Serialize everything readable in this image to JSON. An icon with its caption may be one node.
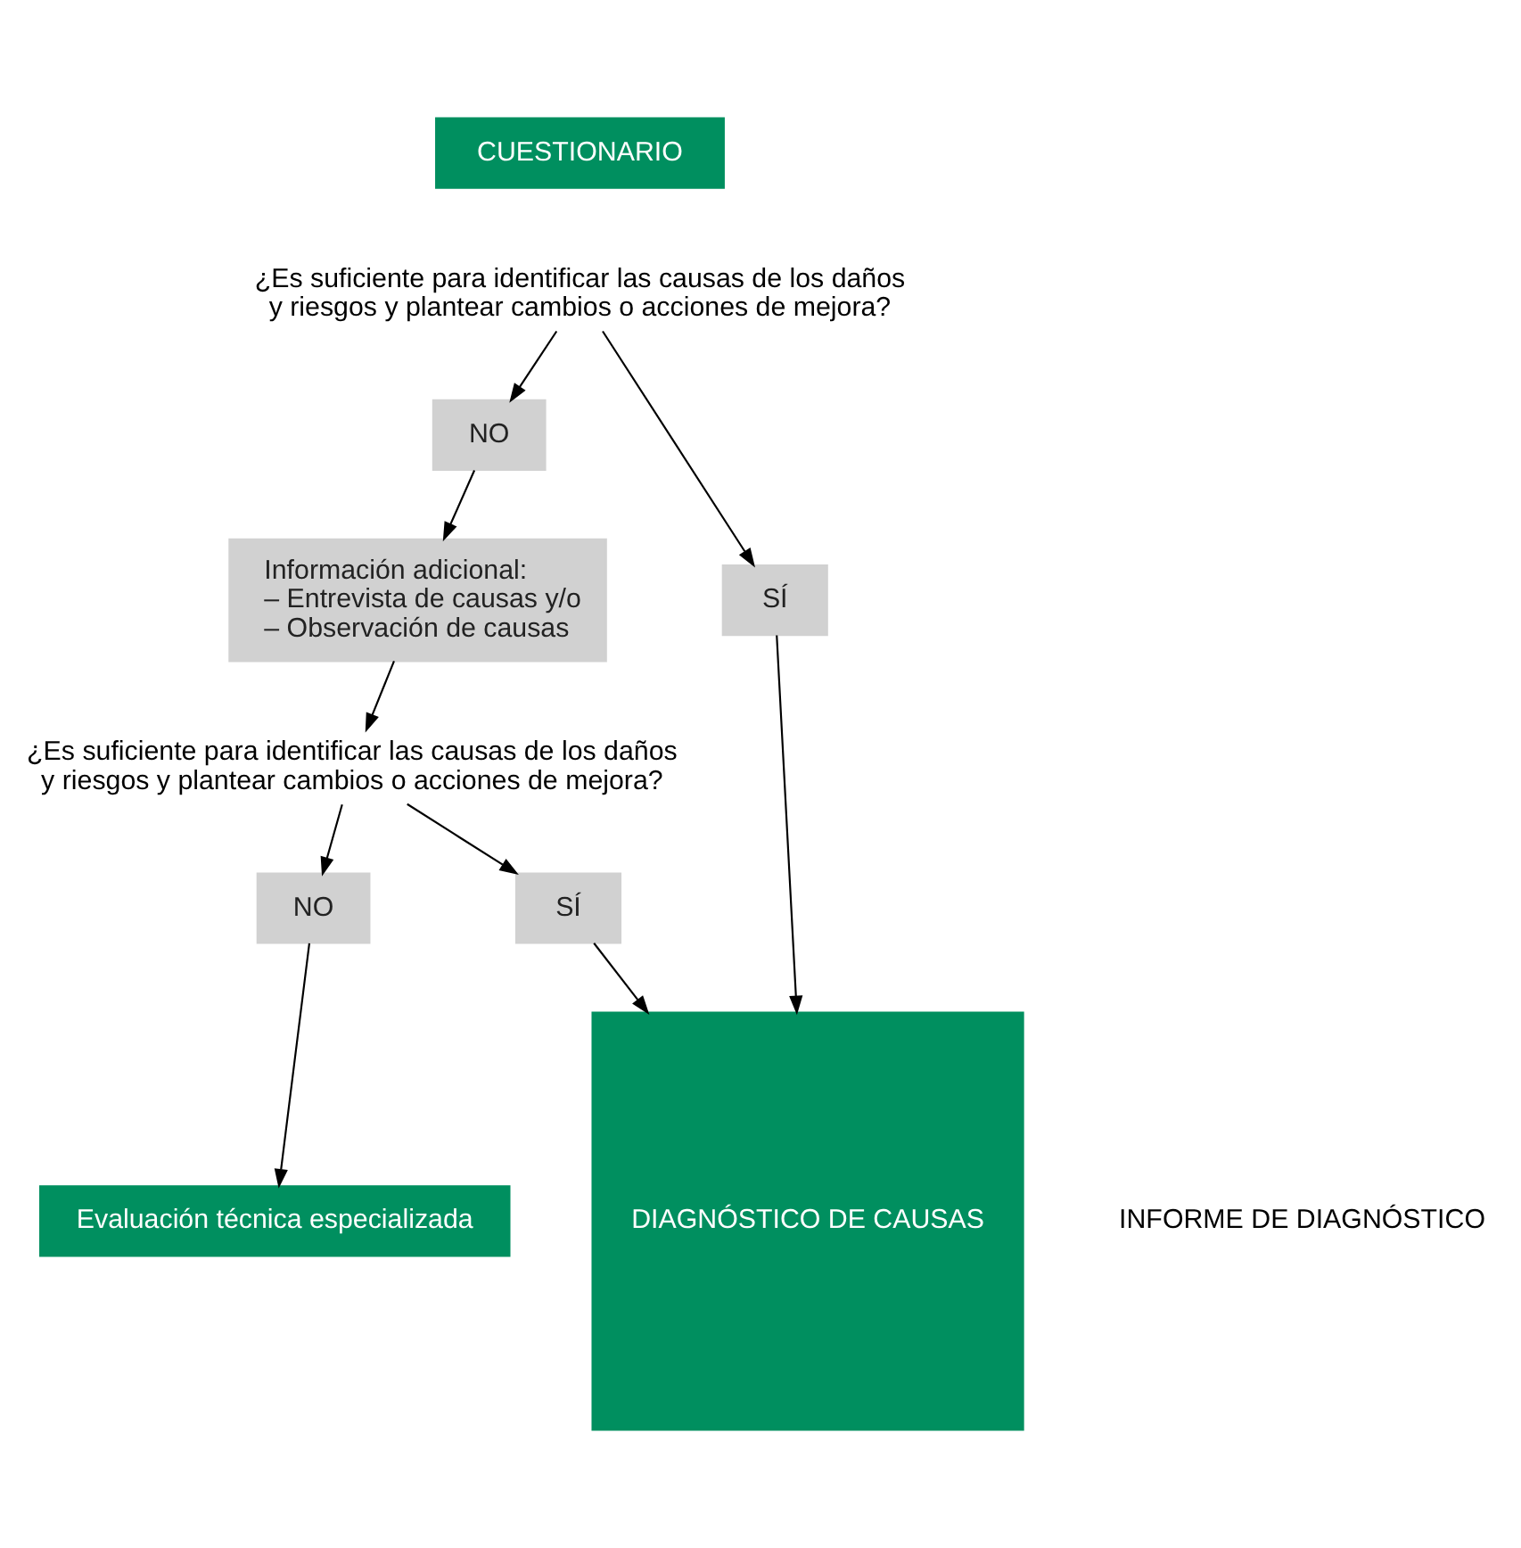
{
  "diagram": {
    "nodes": [
      {
        "text": [
          "CUESTIONARIO"
        ]
      },
      {
        "text": [
          "¿Es suficiente para identificar las causas de los daños y riesgos y plantear cambios o acciones de mejora?"
        ]
      },
      {
        "text": [
          "NO"
        ]
      },
      {
        "text": [
          "SÍ"
        ]
      },
      {
        "text": [
          "Información adicional:",
          "– Entrevista de causas y/o",
          "– Observación de causas"
        ]
      },
      {
        "text": [
          "¿Es suficiente para identificar las causas de los daños y riesgos y plantear cambios o acciones de mejora?"
        ]
      },
      {
        "text": [
          "NO"
        ]
      },
      {
        "text": [
          "SÍ"
        ]
      },
      {
        "text": [
          "Evaluación técnica especializada"
        ]
      },
      {
        "text": [
          "DIAGNÓSTICO DE CAUSAS"
        ],
        "beside": [
          "INFORME DE DIAGNÓSTICO"
        ]
      }
    ],
    "edges": [
      {
        "from": 1,
        "to": 2,
        "arrow": "to"
      },
      {
        "from": 1,
        "to": 3,
        "arrow": "to"
      },
      {
        "from": 3,
        "to": 9,
        "arrow": "to"
      },
      {
        "from": 2,
        "to": 4,
        "arrow": "to"
      },
      {
        "from": 4,
        "to": 5,
        "arrow": "to"
      },
      {
        "from": 5,
        "to": 6,
        "arrow": "to"
      },
      {
        "from": 5,
        "to": 7,
        "arrow": "to"
      },
      {
        "from": 7,
        "to": 9,
        "arrow": "to"
      },
      {
        "from": 6,
        "to": 8,
        "arrow": "to"
      }
    ]
  }
}
